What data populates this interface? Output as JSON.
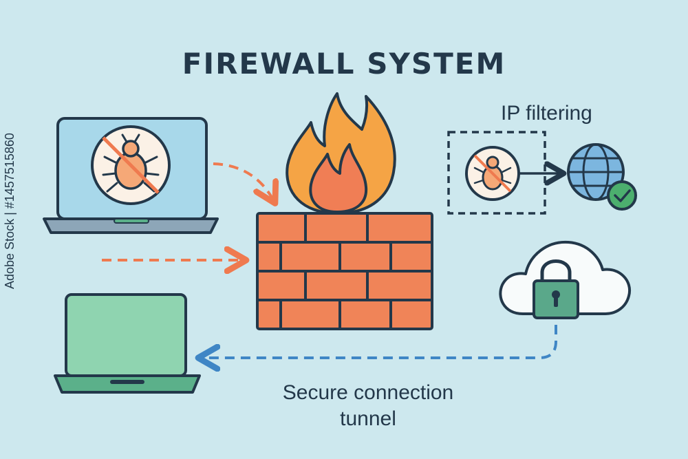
{
  "title": "FIREWALL SYSTEM",
  "ip_filter_label": "IP filtering",
  "tunnel_label_line1": "Secure connection",
  "tunnel_label_line2": "tunnel",
  "watermark": "Adobe Stock | #1457515860",
  "colors": {
    "background": "#cde8ee",
    "outline": "#23384a",
    "brick": "#f08458",
    "flame_outer": "#f5a445",
    "flame_inner": "#f07e55",
    "laptop_screen_top": "#a8d8ea",
    "laptop_screen_bottom": "#8fd4b0",
    "laptop_base": "#5bb08a",
    "arrow_orange": "#ef7a4f",
    "arrow_blue": "#3f86c5",
    "check_green": "#4caf6e",
    "lock_green": "#5aa88a",
    "cloud": "#ffffff"
  },
  "icons": [
    "laptop-icon",
    "bug-blocked-icon",
    "flame-icon",
    "brick-wall-icon",
    "globe-icon",
    "check-icon",
    "cloud-lock-icon"
  ]
}
